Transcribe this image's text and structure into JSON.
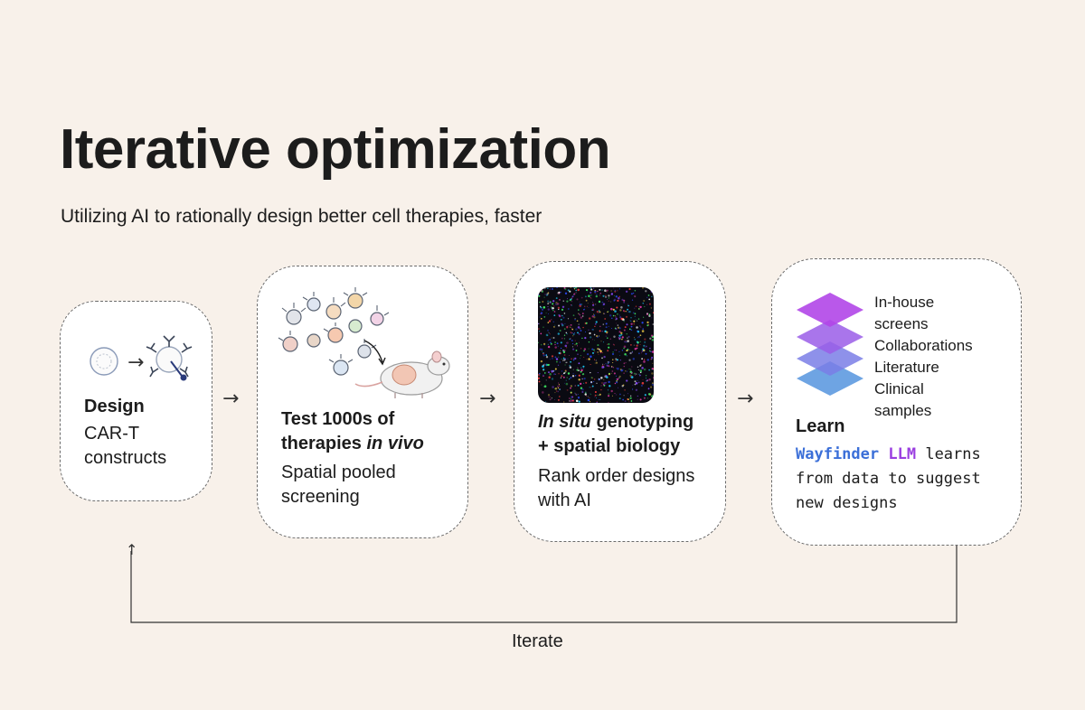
{
  "header": {
    "title": "Iterative optimization",
    "subtitle": "Utilizing AI to rationally design better cell therapies, faster"
  },
  "steps": [
    {
      "heading": "Design",
      "body_lines": [
        "CAR-T",
        "constructs"
      ]
    },
    {
      "heading_lines": [
        "Test 1000s of",
        "therapies"
      ],
      "heading_italic": "in vivo",
      "body_lines": [
        "Spatial pooled",
        "screening"
      ]
    },
    {
      "heading_italic": "In situ",
      "heading_lines": [
        " genotyping",
        "+ spatial biology"
      ],
      "body_lines": [
        "Rank order designs",
        "with AI"
      ]
    },
    {
      "heading": "Learn",
      "sources": [
        "In-house",
        "screens",
        "Collaborations",
        "Literature",
        "Clinical",
        "samples"
      ],
      "brand_part1": "Wayfinder",
      "brand_part2": "LLM",
      "body_lines": [
        " learns",
        "from data to suggest",
        "new designs"
      ]
    }
  ],
  "arrows": {
    "between": "→",
    "inline": "→",
    "up": "↑"
  },
  "loop": {
    "label": "Iterate"
  },
  "colors": {
    "background": "#f8f1ea",
    "card": "#ffffff",
    "wayfinder": "#3b6fd8",
    "llm": "#9a3ee0",
    "layer_top": "#b146e8",
    "layer_bottom": "#5e9ae0"
  }
}
